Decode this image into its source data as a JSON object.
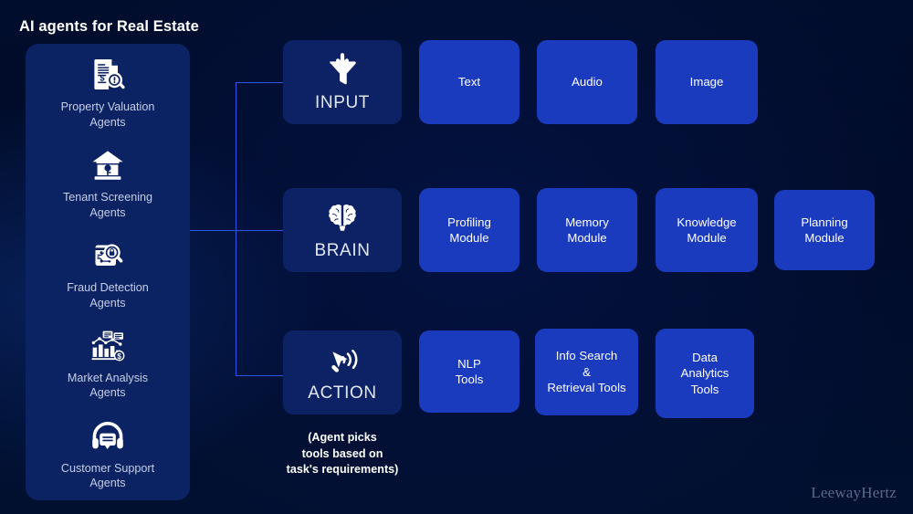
{
  "title": "AI agents for Real Estate",
  "colors": {
    "background": "#010d2c",
    "sidebar_card": "#0b2263",
    "primary_card": "#0c2264",
    "secondary_card": "#1b3bbf",
    "connector_line": "#2a56e8",
    "sidebar_label": "#c6cfe8",
    "watermark": "#5b6a8c"
  },
  "sidebar": {
    "items": [
      {
        "icon": "document-magnifier-dollar-icon",
        "label": "Property Valuation\nAgents"
      },
      {
        "icon": "house-key-icon",
        "label": "Tenant Screening\nAgents"
      },
      {
        "icon": "card-lock-magnifier-icon",
        "label": "Fraud Detection\nAgents"
      },
      {
        "icon": "bar-chart-dollar-icon",
        "label": "Market Analysis\nAgents"
      },
      {
        "icon": "headset-chat-icon",
        "label": "Customer Support\nAgents"
      }
    ]
  },
  "rows": [
    {
      "key": "input",
      "primary": {
        "icon": "funnel-download-icon",
        "label": "INPUT"
      },
      "items": [
        {
          "label": "Text"
        },
        {
          "label": "Audio"
        },
        {
          "label": "Image"
        }
      ]
    },
    {
      "key": "brain",
      "primary": {
        "icon": "brain-icon",
        "label": "BRAIN"
      },
      "items": [
        {
          "label": "Profiling\nModule"
        },
        {
          "label": "Memory\nModule"
        },
        {
          "label": "Knowledge\nModule"
        },
        {
          "label": "Planning\nModule"
        }
      ]
    },
    {
      "key": "action",
      "primary": {
        "icon": "cursor-arrow-target-icon",
        "label": "ACTION"
      },
      "items": [
        {
          "label": "NLP\nTools"
        },
        {
          "label": "Info Search\n&\nRetrieval Tools"
        },
        {
          "label": "Data\nAnalytics\nTools"
        }
      ]
    }
  ],
  "action_caption": "(Agent picks\ntools based on\ntask's requirements)",
  "watermark": "LeewayHertz"
}
